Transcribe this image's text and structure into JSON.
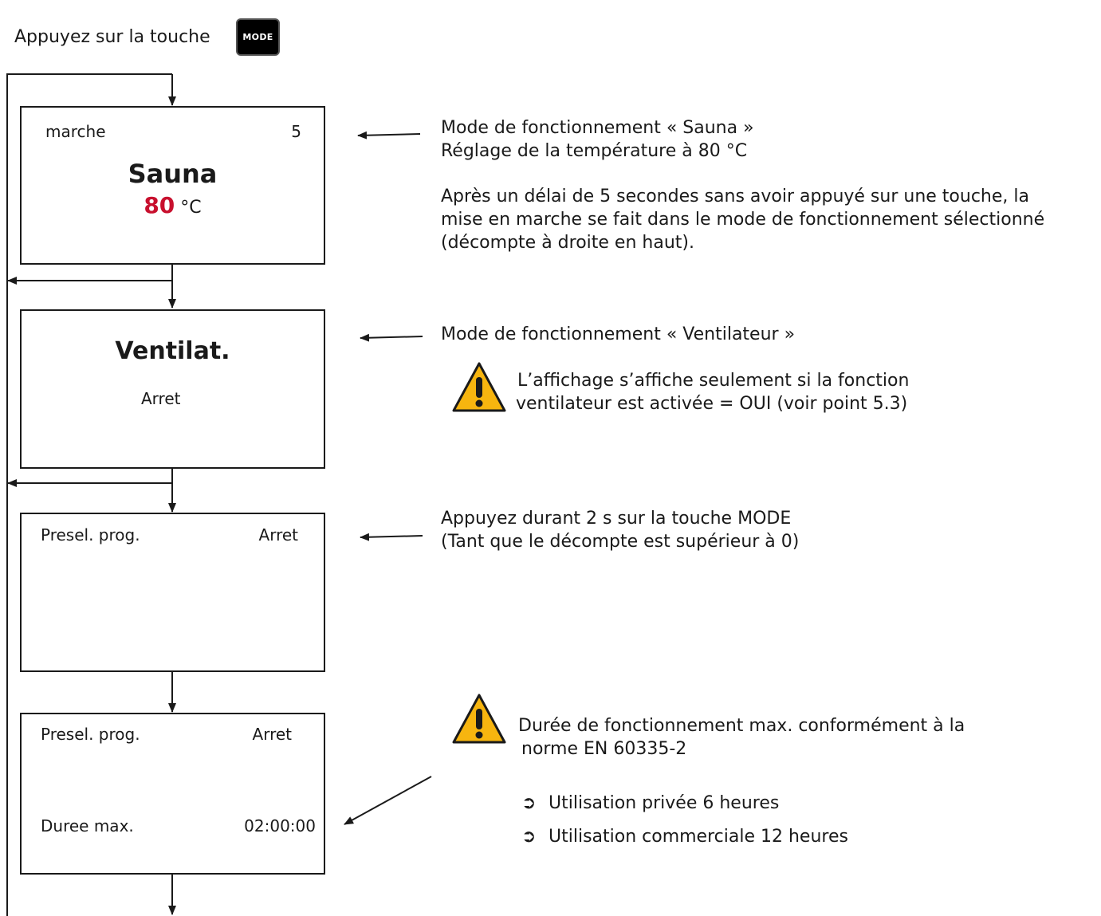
{
  "intro": {
    "text": "Appuyez sur la touche",
    "key_label": "MODE"
  },
  "screens": {
    "sauna": {
      "status": "marche",
      "countdown": "5",
      "title": "Sauna",
      "temp_value": "80",
      "temp_unit": "°C"
    },
    "vent": {
      "title": "Ventilat.",
      "state": "Arret"
    },
    "presel1": {
      "label": "Presel. prog.",
      "value": "Arret"
    },
    "presel2": {
      "label": "Presel. prog.",
      "value": "Arret",
      "duration_label": "Duree max.",
      "duration_value": "02:00:00"
    }
  },
  "notes": {
    "sauna": {
      "line1": "Mode de fonctionnement « Sauna »",
      "line2": "Réglage de la température à 80 °C",
      "para1": "Après un délai de 5 secondes sans avoir appuyé sur une touche, la",
      "para2": "mise en marche se fait dans le mode de fonctionnement sélectionné",
      "para3": "(décompte à droite en haut)."
    },
    "vent": {
      "line1": "Mode de fonctionnement « Ventilateur »",
      "warn1": "L’affichage s’affiche seulement si la fonction",
      "warn2": "ventilateur est activée = OUI (voir point 5.3)"
    },
    "presel": {
      "line1": "Appuyez durant 2 s sur la touche MODE",
      "line2": "(Tant que le décompte est supérieur à 0)"
    },
    "duration": {
      "warn1": "Durée de fonctionnement max. conformément à la",
      "warn2": "norme EN 60335-2",
      "bullet1": "Utilisation privée 6 heures",
      "bullet2": "Utilisation commerciale 12 heures"
    }
  },
  "colors": {
    "accent_red": "#c8102e",
    "warning_yellow": "#f7b50f"
  }
}
